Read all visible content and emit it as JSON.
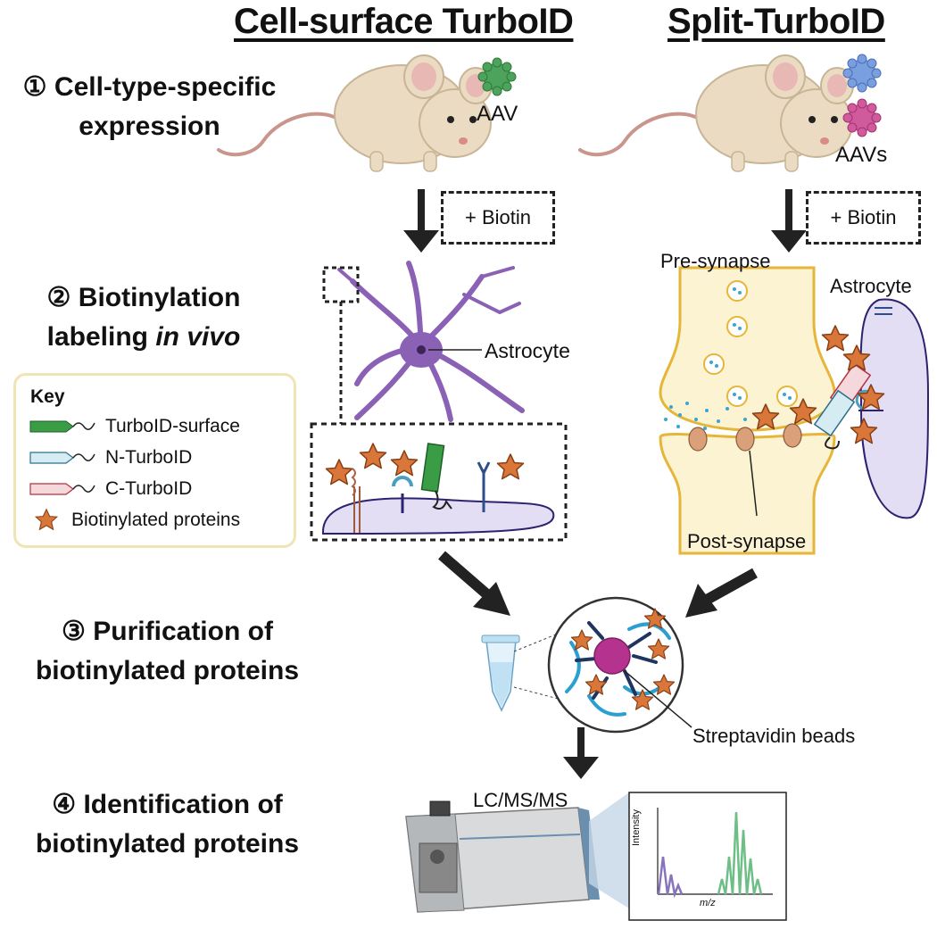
{
  "columns": {
    "left_title": "Cell-surface TurboID",
    "right_title": "Split-TurboID"
  },
  "steps": [
    {
      "line1": "① Cell-type-specific",
      "line2": "expression"
    },
    {
      "line1": "② Biotinylation",
      "line2_prefix": "labeling ",
      "line2_italic": "in vivo"
    },
    {
      "line1": "③ Purification of",
      "line2": "biotinylated proteins"
    },
    {
      "line1": "④ Identification of",
      "line2": "biotinylated proteins"
    }
  ],
  "labels": {
    "aav": "AAV",
    "aavs": "AAVs",
    "biotin_left": "+ Biotin",
    "biotin_right": "+ Biotin",
    "astrocyte_left": "Astrocyte",
    "astrocyte_right": "Astrocyte",
    "pre_synapse": "Pre-synapse",
    "post_synapse": "Post-synapse",
    "streptavidin": "Streptavidin beads",
    "lcms": "LC/MS/MS",
    "intensity": "Intensity",
    "mz": "m/z"
  },
  "key": {
    "title": "Key",
    "items": [
      {
        "label": "TurboID-surface",
        "icon": "green-tag-icon"
      },
      {
        "label": "N-TurboID",
        "icon": "blue-tag-icon"
      },
      {
        "label": "C-TurboID",
        "icon": "pink-tag-icon"
      },
      {
        "label": "Biotinylated proteins",
        "icon": "orange-star-icon"
      }
    ]
  },
  "colors": {
    "mouse": "#eadbc2",
    "astrocyte": "#8a61b5",
    "star": "#d9773b",
    "synapse": "#fbf3d2",
    "synapse_border": "#e5b63a",
    "membrane": "#e3def3",
    "bead": "#b5338f",
    "turbo_green": "#3a9d45",
    "turbo_blue": "#d5ecf3",
    "turbo_pink": "#f4d8dc",
    "spectrum_purple": "#8774bd",
    "spectrum_green": "#6ebf86"
  }
}
